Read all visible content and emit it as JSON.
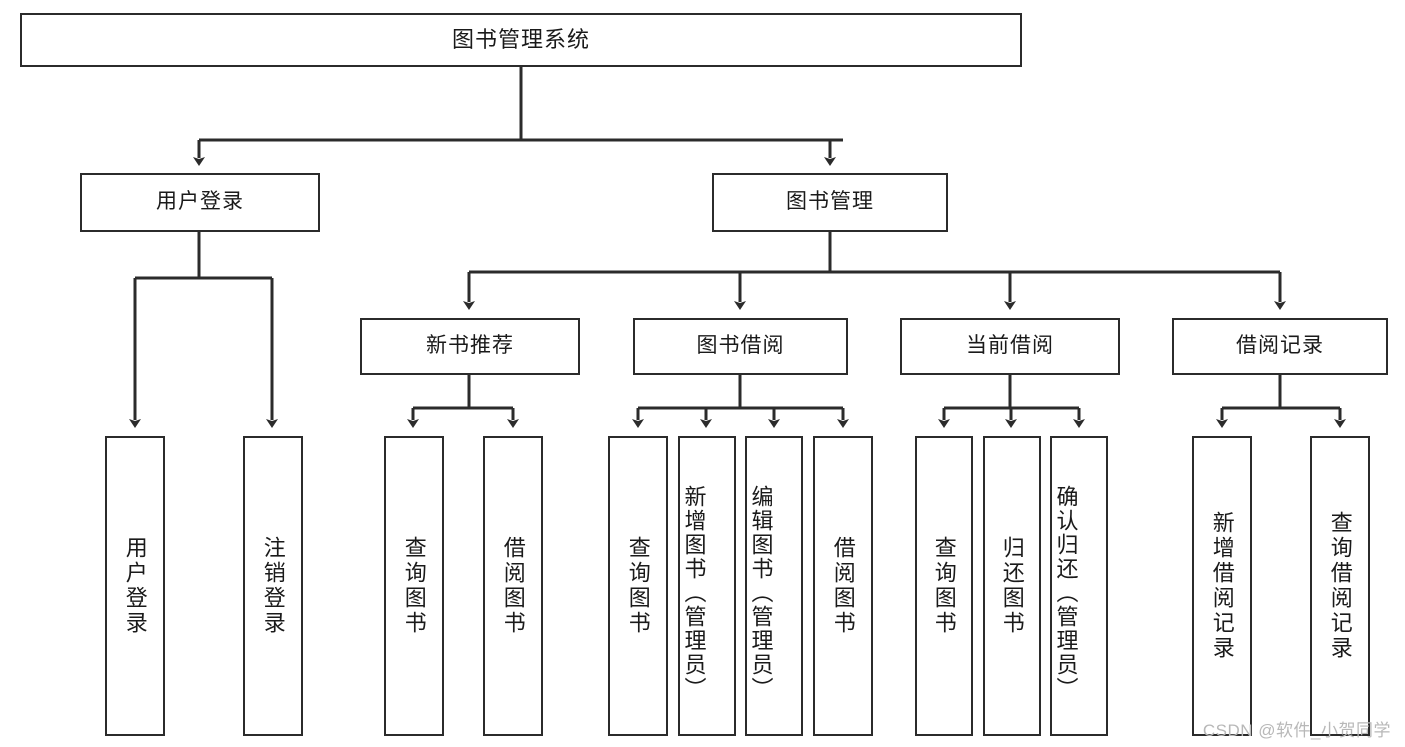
{
  "diagram": {
    "title": "图书管理系统",
    "type": "hierarchy-tree",
    "watermark": "CSDN @软件_小贺同学",
    "nodes": {
      "root": {
        "label": "图书管理系统"
      },
      "level2": [
        {
          "id": "user-login",
          "label": "用户登录"
        },
        {
          "id": "book-management",
          "label": "图书管理"
        }
      ],
      "level3": [
        {
          "id": "new-book-recommend",
          "label": "新书推荐"
        },
        {
          "id": "book-borrow",
          "label": "图书借阅"
        },
        {
          "id": "current-borrow",
          "label": "当前借阅"
        },
        {
          "id": "borrow-record",
          "label": "借阅记录"
        }
      ],
      "leaves": {
        "user-login": [
          {
            "id": "leaf-user-login",
            "label": "用户登录"
          },
          {
            "id": "leaf-logout-login",
            "label": "注销登录"
          }
        ],
        "new-book-recommend": [
          {
            "id": "leaf-query-book-1",
            "label": "查询图书"
          },
          {
            "id": "leaf-borrow-book-1",
            "label": "借阅图书"
          }
        ],
        "book-borrow": [
          {
            "id": "leaf-query-book-2",
            "label": "查询图书"
          },
          {
            "id": "leaf-add-book",
            "label": "新增图书（管理员）"
          },
          {
            "id": "leaf-edit-book",
            "label": "编辑图书（管理员）"
          },
          {
            "id": "leaf-borrow-book-2",
            "label": "借阅图书"
          }
        ],
        "current-borrow": [
          {
            "id": "leaf-query-book-3",
            "label": "查询图书"
          },
          {
            "id": "leaf-return-book",
            "label": "归还图书"
          },
          {
            "id": "leaf-confirm-return",
            "label": "确认归还（管理员）"
          }
        ],
        "borrow-record": [
          {
            "id": "leaf-add-record",
            "label": "新增借阅记录"
          },
          {
            "id": "leaf-query-record",
            "label": "查询借阅记录"
          }
        ]
      }
    },
    "colors": {
      "background": "#ffffff",
      "box_border": "#2b2b2b",
      "box_fill": "#ffffff",
      "text": "#1a1a1a",
      "connector": "#2b2b2b",
      "watermark": "#b8b8b8"
    }
  }
}
